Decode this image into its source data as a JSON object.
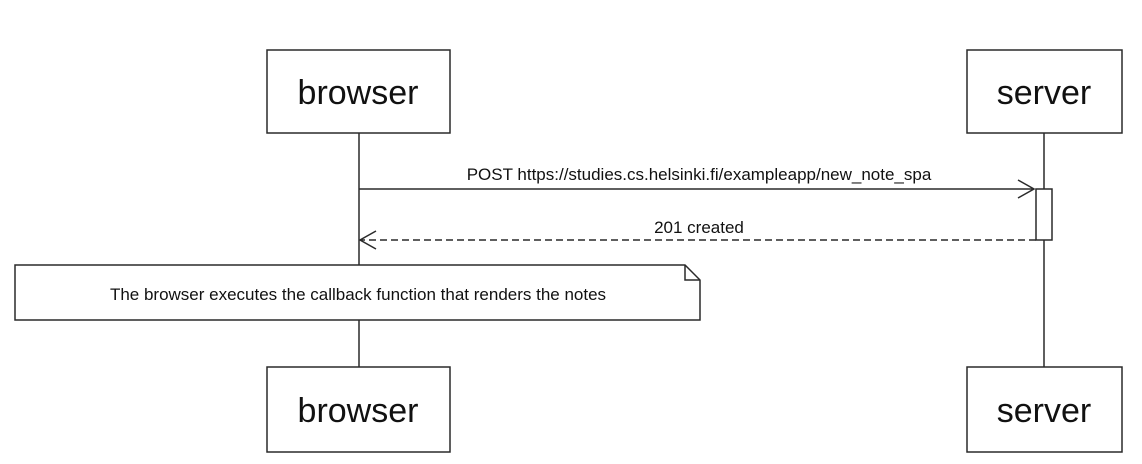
{
  "participants": {
    "browser": "browser",
    "server": "server"
  },
  "messages": [
    {
      "from": "browser",
      "to": "server",
      "label": "POST https://studies.cs.helsinki.fi/exampleapp/new_note_spa",
      "style": "solid"
    },
    {
      "from": "server",
      "to": "browser",
      "label": "201 created",
      "style": "dashed"
    }
  ],
  "note": {
    "text": "The browser executes the callback function that renders the notes"
  },
  "colors": {
    "line": "#2a2a2a",
    "box_fill": "#ffffff",
    "background": "#ffffff"
  }
}
